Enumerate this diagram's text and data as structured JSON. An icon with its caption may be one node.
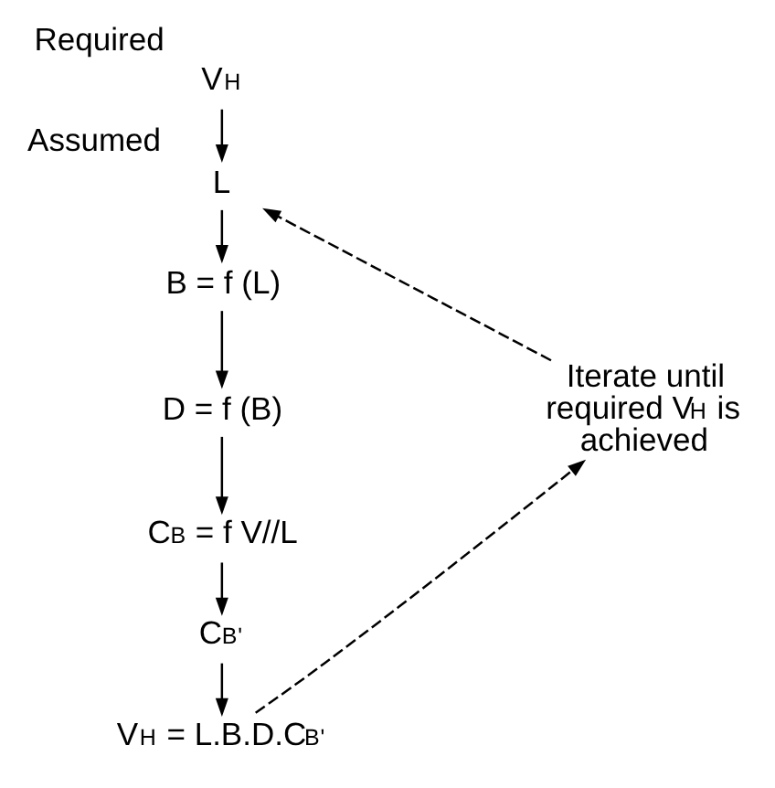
{
  "diagram": {
    "nodes": [
      {
        "text": [
          "V$_{H}$"
        ],
        "beside": [
          "Required"
        ]
      },
      {
        "text": [
          "L"
        ],
        "beside": [
          "Assumed"
        ]
      },
      {
        "text": [
          "B = f (L)"
        ]
      },
      {
        "text": [
          "D = f (B)"
        ]
      },
      {
        "text": [
          "C$_{B}$ = f V//L"
        ]
      },
      {
        "text": [
          "C$_{B}$$^{'}$"
        ]
      },
      {
        "text": [
          "V$_{H}$ = L.B.D.C$_{B}$$^{'}$"
        ]
      },
      {
        "text": [
          "Iterate until required V$_{H}$ is achieved"
        ]
      }
    ],
    "edges": [
      {
        "from": 0,
        "to": 1,
        "arrow": "to"
      },
      {
        "from": 1,
        "to": 2,
        "arrow": "to"
      },
      {
        "from": 2,
        "to": 3,
        "arrow": "to"
      },
      {
        "from": 3,
        "to": 4,
        "arrow": "to"
      },
      {
        "from": 4,
        "to": 5,
        "arrow": "to"
      },
      {
        "from": 5,
        "to": 6,
        "arrow": "to"
      },
      {
        "from": 6,
        "to": 7,
        "arrow": "to",
        "style": "dashed"
      },
      {
        "from": 7,
        "to": 1,
        "arrow": "to",
        "style": "dashed"
      }
    ]
  }
}
